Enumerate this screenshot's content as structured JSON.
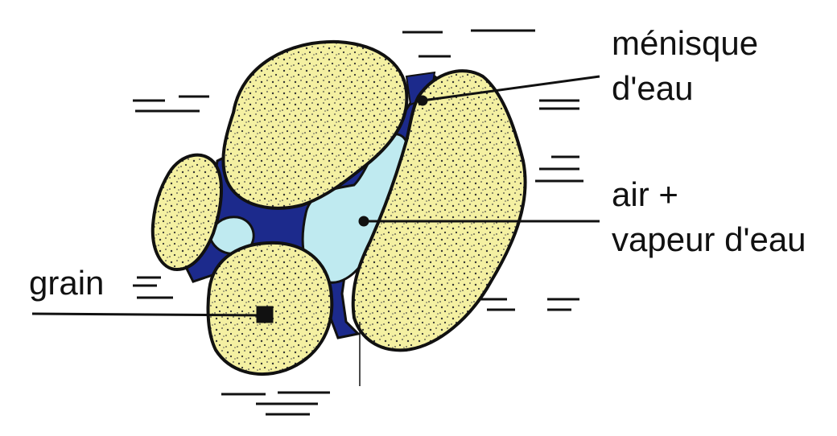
{
  "diagram": {
    "labels": {
      "menisque_line1": "ménisque",
      "menisque_line2": "d'eau",
      "air_line1": "air +",
      "air_line2": "vapeur d'eau",
      "grain": "grain"
    },
    "colors": {
      "grain_fill": "#f4f0a2",
      "water_meniscus": "#1c2a8c",
      "air_vapor": "#bfeaf0",
      "outline": "#111111",
      "background": "#ffffff"
    }
  }
}
